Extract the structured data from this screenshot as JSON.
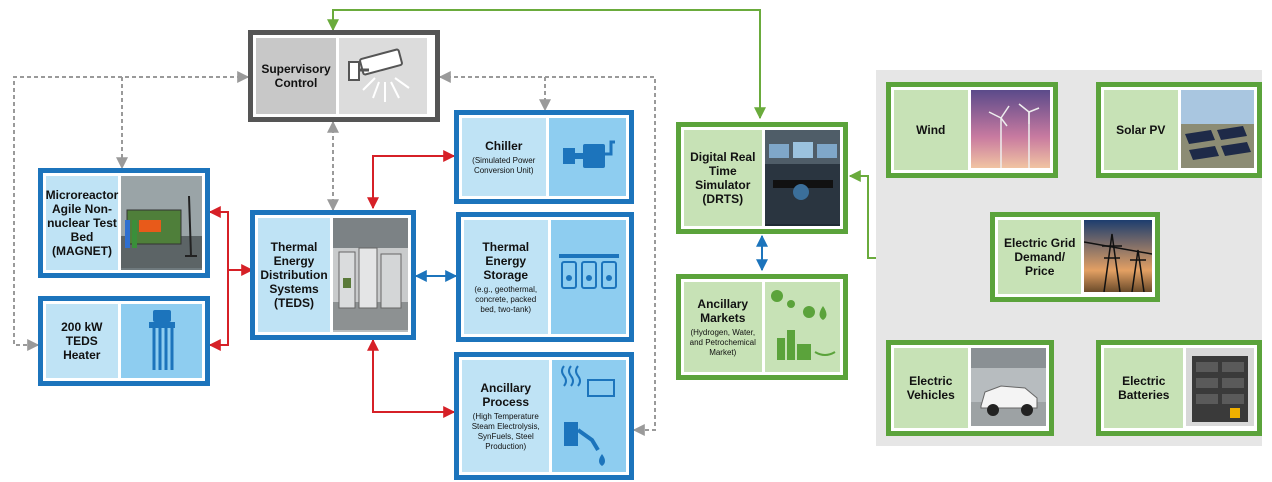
{
  "nodes": {
    "supervisory": {
      "title": "Supervisory Control"
    },
    "magnet": {
      "title": "Microreactor Agile Non-nuclear Test Bed (MAGNET)"
    },
    "heater": {
      "title": "200 kW TEDS Heater"
    },
    "teds": {
      "title": "Thermal Energy Distribution Systems (TEDS)"
    },
    "chiller": {
      "title": "Chiller",
      "subtitle": "(Simulated Power Conversion Unit)"
    },
    "storage": {
      "title": "Thermal Energy Storage",
      "subtitle": "(e.g., geothermal, concrete, packed bed, two-tank)"
    },
    "process": {
      "title": "Ancillary Process",
      "subtitle": "(High Temperature Steam Electrolysis, SynFuels, Steel Production)"
    },
    "drts": {
      "title": "Digital Real Time Simulator (DRTS)"
    },
    "markets": {
      "title": "Ancillary Markets",
      "subtitle": "(Hydrogen, Water, and Petrochemical Market)"
    },
    "wind": {
      "title": "Wind"
    },
    "solar": {
      "title": "Solar PV"
    },
    "grid": {
      "title": "Electric Grid Demand/ Price"
    },
    "ev": {
      "title": "Electric Vehicles"
    },
    "batteries": {
      "title": "Electric Batteries"
    }
  },
  "icons": {
    "supervisory": "security-camera-icon",
    "chiller": "chiller-pump-icon",
    "storage": "storage-tanks-icon",
    "heater": "heater-element-icon",
    "process": "electrolysis-fuel-icon",
    "markets": "hydrogen-water-factory-icon"
  },
  "colors": {
    "blue_border": "#1c74bc",
    "green_border": "#5ba33b",
    "gray_border": "#555555",
    "red_link": "#d62027",
    "blue_link": "#1c74bc",
    "green_link": "#6aab3c",
    "gray_link": "#9a9a9a"
  }
}
